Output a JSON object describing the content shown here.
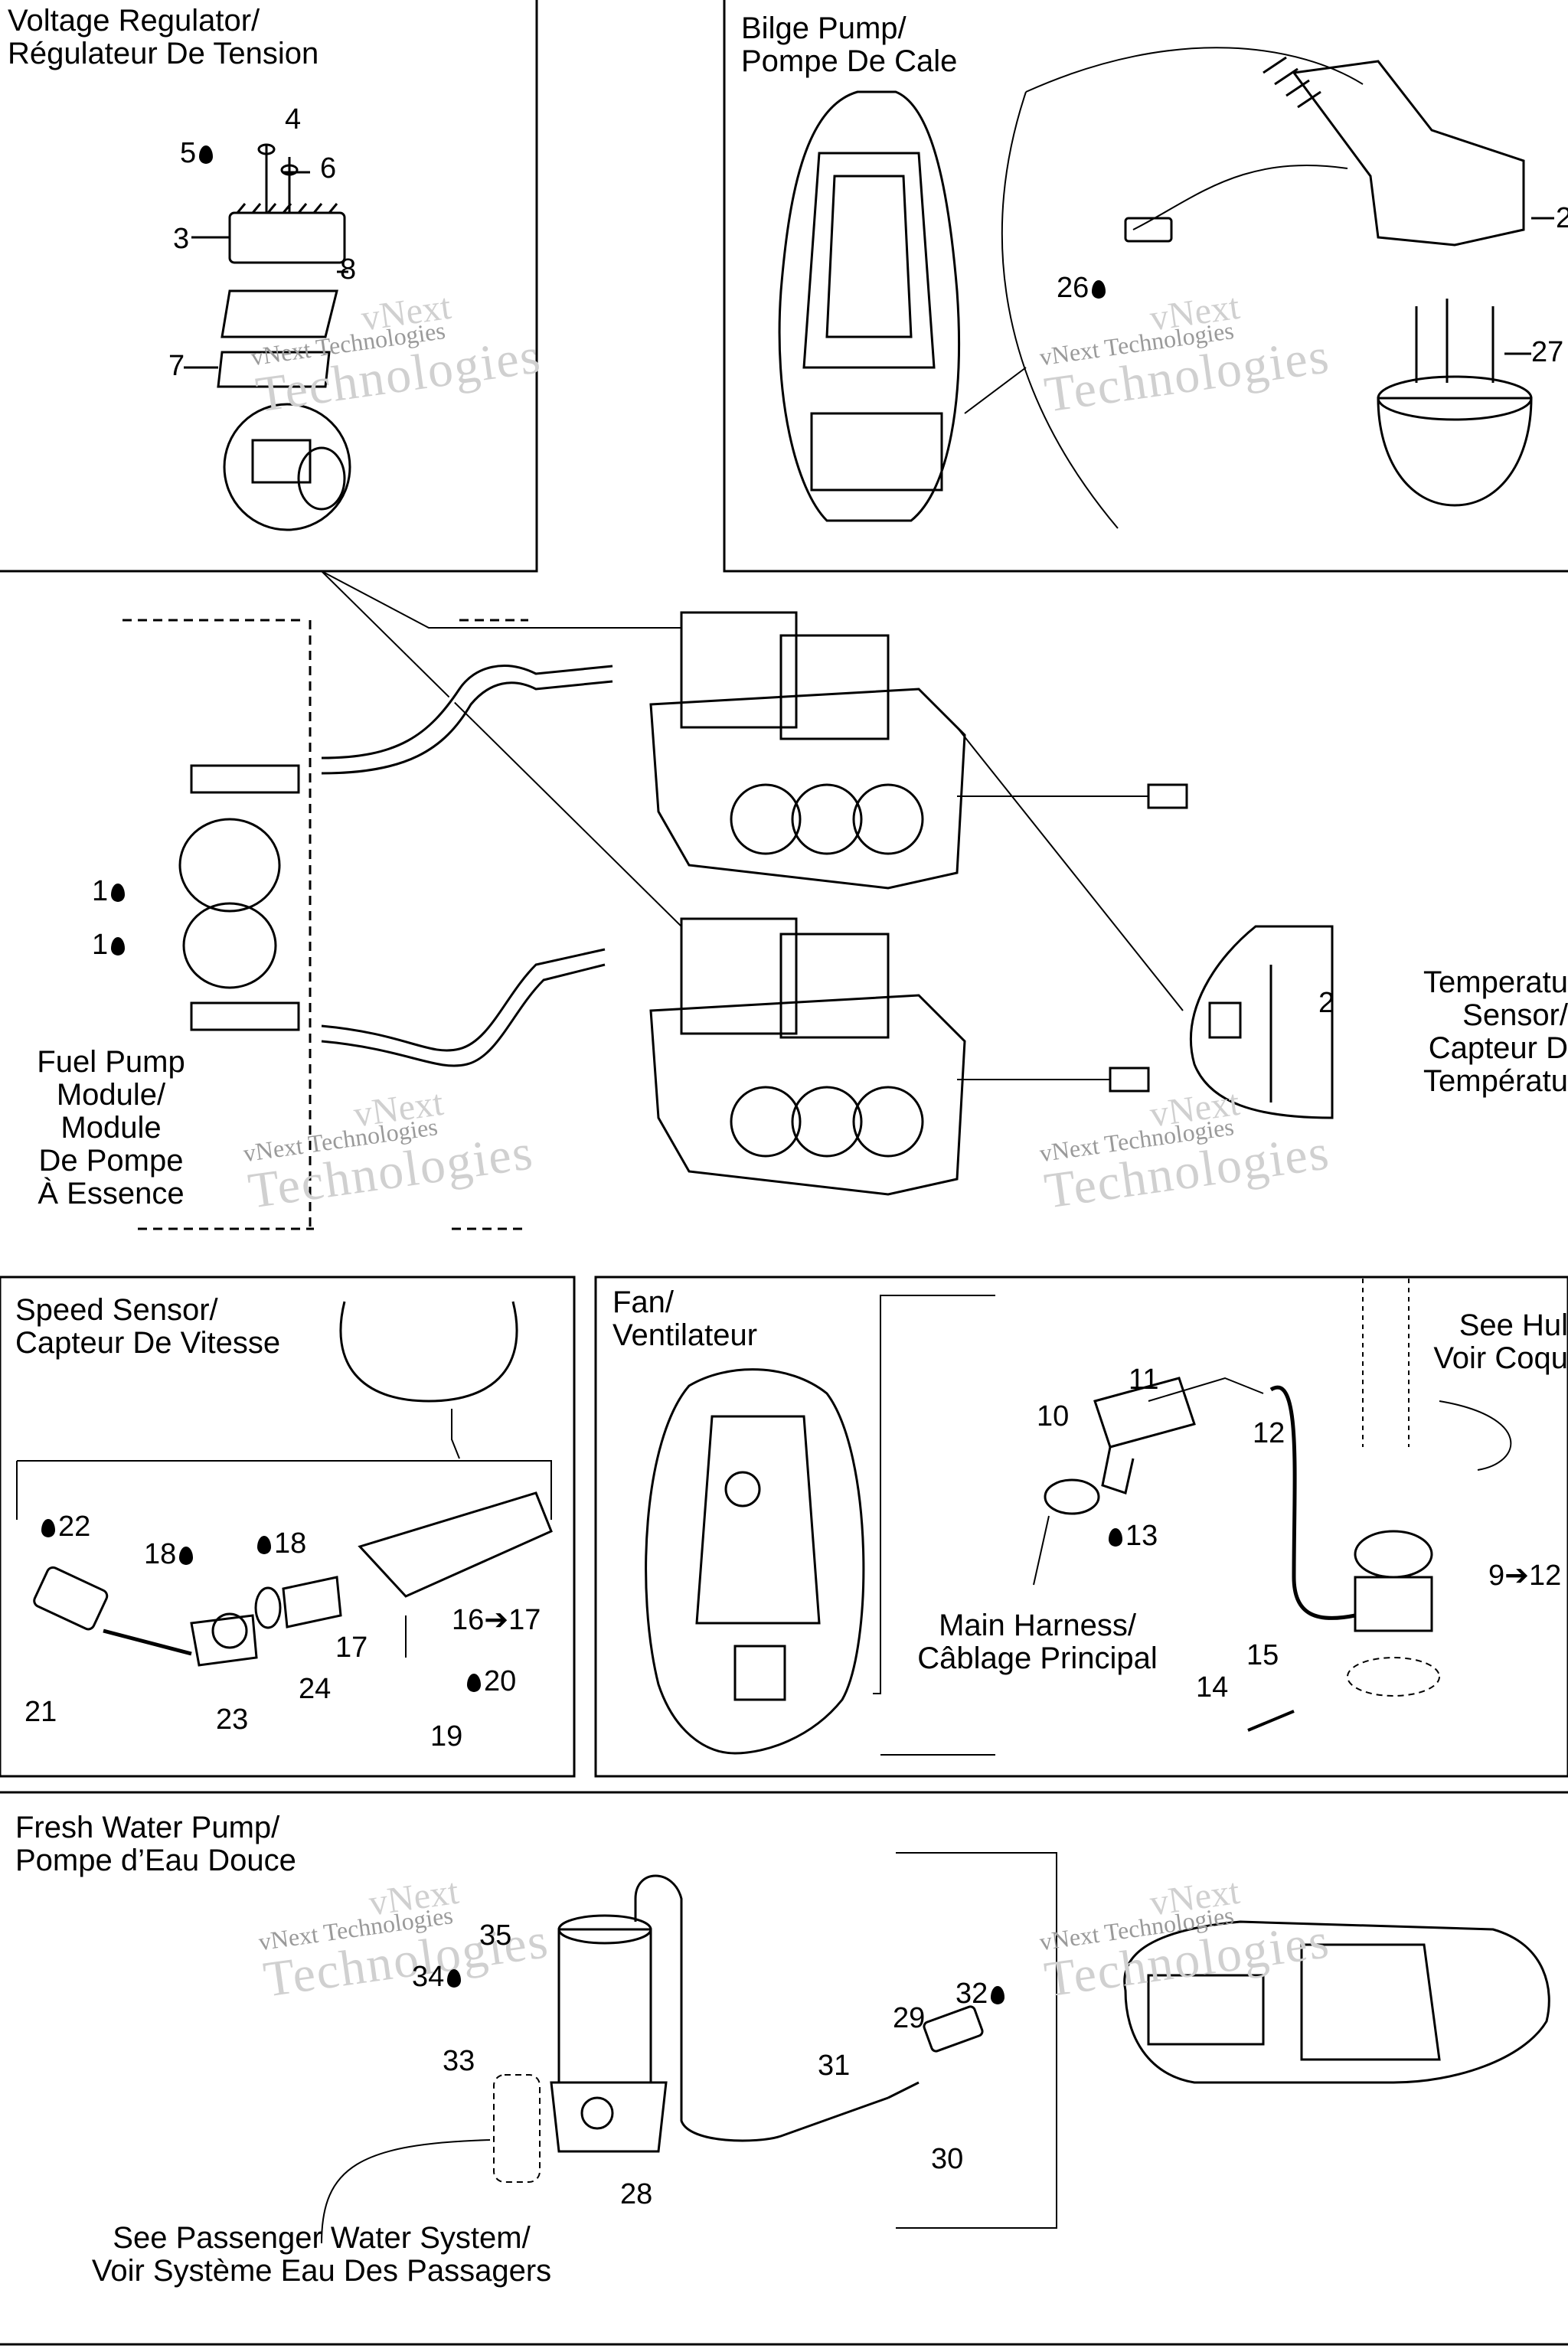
{
  "sections": {
    "voltage_regulator": {
      "title_en": "Voltage Regulator/",
      "title_fr": "Régulateur De Tension"
    },
    "bilge_pump": {
      "title_en": "Bilge Pump/",
      "title_fr": "Pompe De Cale"
    },
    "fuel_pump_module": {
      "lines": [
        "Fuel Pump",
        "Module/",
        "Module",
        "De Pompe",
        "À Essence"
      ]
    },
    "temperature_sensor": {
      "lines": [
        "Temperatu",
        "Sensor/",
        "Capteur D",
        "Températu"
      ]
    },
    "speed_sensor": {
      "title_en": "Speed Sensor/",
      "title_fr": "Capteur De Vitesse"
    },
    "fan": {
      "title_en": "Fan/",
      "title_fr": "Ventilateur"
    },
    "see_hull": {
      "lines": [
        "See Hul",
        "Voir Coqu"
      ]
    },
    "main_harness": {
      "lines": [
        "Main Harness/",
        "Câblage Principal"
      ]
    },
    "fresh_water_pump": {
      "title_en": "Fresh Water Pump/",
      "title_fr": "Pompe d’Eau Douce"
    },
    "passenger_water": {
      "lines": [
        "See Passenger Water System/",
        "Voir Système Eau Des Passagers"
      ]
    }
  },
  "watermark": {
    "line1": "vNext",
    "line2": "vNext Technologies",
    "line3": "Technologies"
  },
  "callouts": {
    "c1a": "1",
    "c1b": "1",
    "c2a": "2",
    "c2b": "2",
    "c3": "3",
    "c4": "4",
    "c5": "5",
    "c6": "6",
    "c7": "7",
    "c8": "8",
    "c9": "9➔12",
    "c10": "10",
    "c11": "11",
    "c12": "12",
    "c13": "13",
    "c14": "14",
    "c15": "15",
    "c16": "16➔17",
    "c17": "17",
    "c18a": "18",
    "c18b": "18",
    "c19": "19",
    "c20": "20",
    "c21": "21",
    "c22": "22",
    "c23": "23",
    "c24": "24",
    "c26": "26",
    "c27": "27",
    "c28": "28",
    "c29": "29",
    "c30": "30",
    "c31": "31",
    "c32": "32",
    "c33": "33",
    "c34": "34",
    "c35": "35"
  }
}
